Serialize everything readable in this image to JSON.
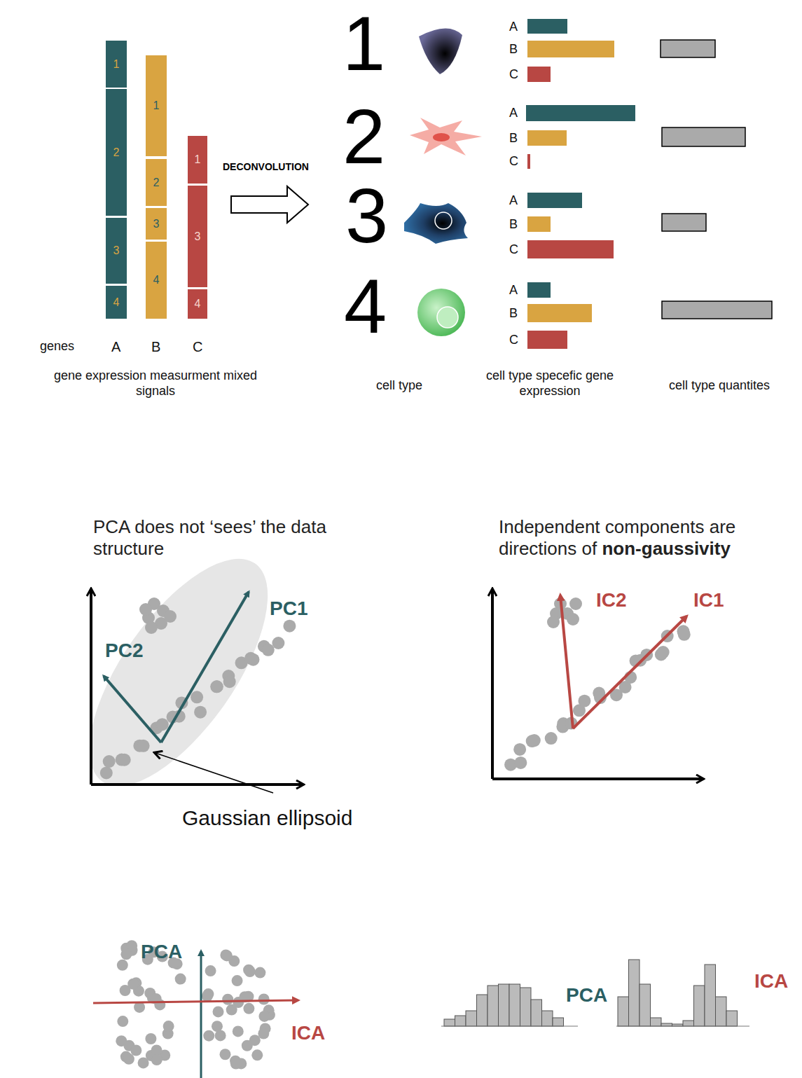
{
  "diagram": {
    "nodes": [
      {
        "text": [
          "1"
        ]
      },
      {
        "text": [
          "2"
        ]
      },
      {
        "text": [
          "3"
        ]
      },
      {
        "text": [
          "4"
        ]
      },
      {
        "text": [
          "1"
        ]
      },
      {
        "text": [
          "2"
        ]
      },
      {
        "text": [
          "3"
        ]
      },
      {
        "text": [
          "4"
        ]
      },
      {
        "text": [
          "1"
        ]
      },
      {
        "text": [
          "3"
        ]
      },
      {
        "text": [
          "4"
        ]
      }
    ],
    "labels": [
      "genes",
      "A",
      "B",
      "C",
      "gene expression measurment mixed signals",
      "DECONVOLUTION",
      "1",
      "2",
      "3",
      "4",
      "A",
      "B",
      "C",
      "A",
      "B",
      "C",
      "A",
      "B",
      "C",
      "A",
      "B",
      "C",
      "cell type",
      "cell type specefic gene expression",
      "cell type quantites",
      "PCA does not ‘sees’ the data structure",
      "PC1",
      "PC2",
      "Gaussian ellipsoid",
      "Independent components are directions of",
      "non-gaussivity",
      "IC2",
      "IC1",
      "PCA",
      "ICA",
      "PCA",
      "ICA"
    ]
  }
}
